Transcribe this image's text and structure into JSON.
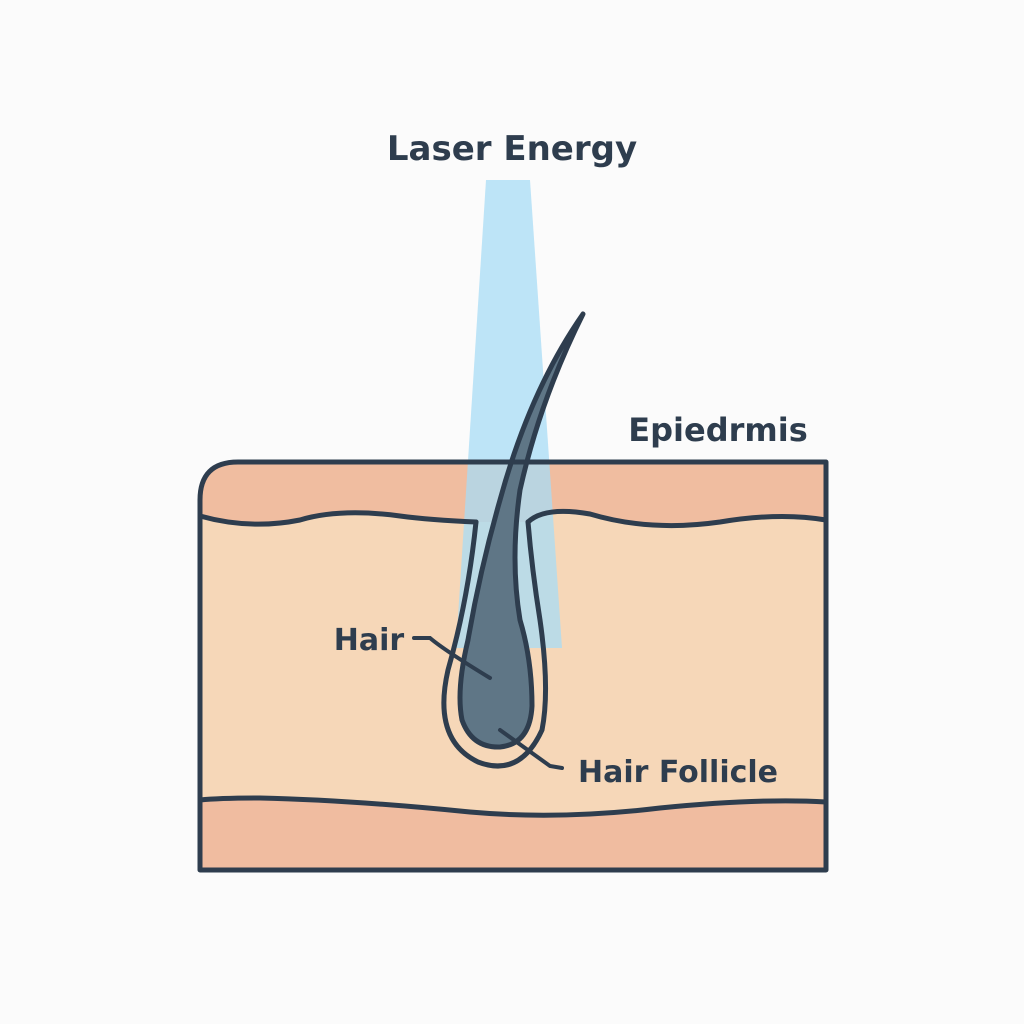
{
  "labels": {
    "beam": "Laser Energy",
    "surface": "Epiedrmis",
    "shaft": "Hair",
    "follicle": "Hair Follicle"
  },
  "colors": {
    "outline": "#2e3d4e",
    "upper_layer": "#f0bda0",
    "middle_layer": "#f6d7b8",
    "lower_layer": "#f0bca0",
    "beam": "#a8dcf5",
    "hair": "#5f7686",
    "background": "#fbfbfb"
  }
}
